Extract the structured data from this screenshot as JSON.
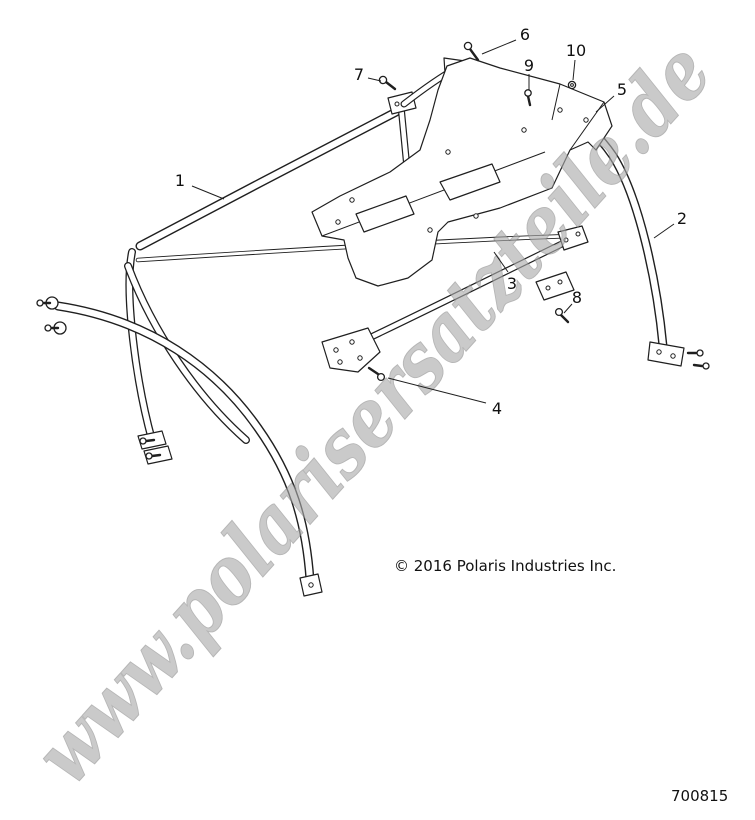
{
  "diagram": {
    "watermark": "www.polarisersatzteile.de",
    "copyright": "© 2016 Polaris Industries Inc.",
    "part_number": "700815",
    "callouts": [
      {
        "label": "1"
      },
      {
        "label": "2"
      },
      {
        "label": "3"
      },
      {
        "label": "4"
      },
      {
        "label": "5"
      },
      {
        "label": "6"
      },
      {
        "label": "7"
      },
      {
        "label": "8"
      },
      {
        "label": "9"
      },
      {
        "label": "10"
      }
    ]
  }
}
